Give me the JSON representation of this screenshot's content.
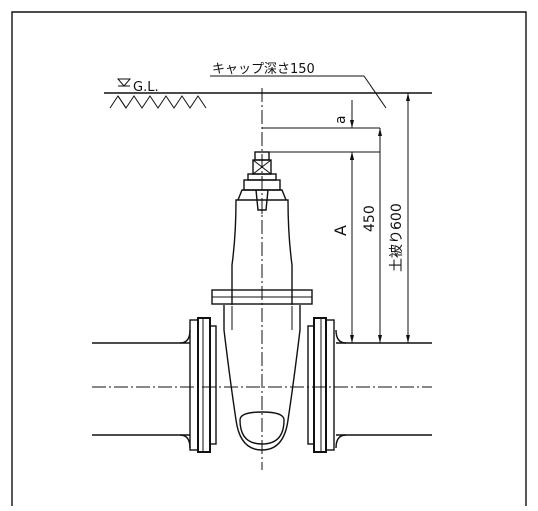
{
  "labels": {
    "cap_depth": "キャップ深さ150",
    "ground_level": "G.L.",
    "dim_a": "a",
    "dim_A": "A",
    "dim_450": "450",
    "cover": "土被り600"
  }
}
